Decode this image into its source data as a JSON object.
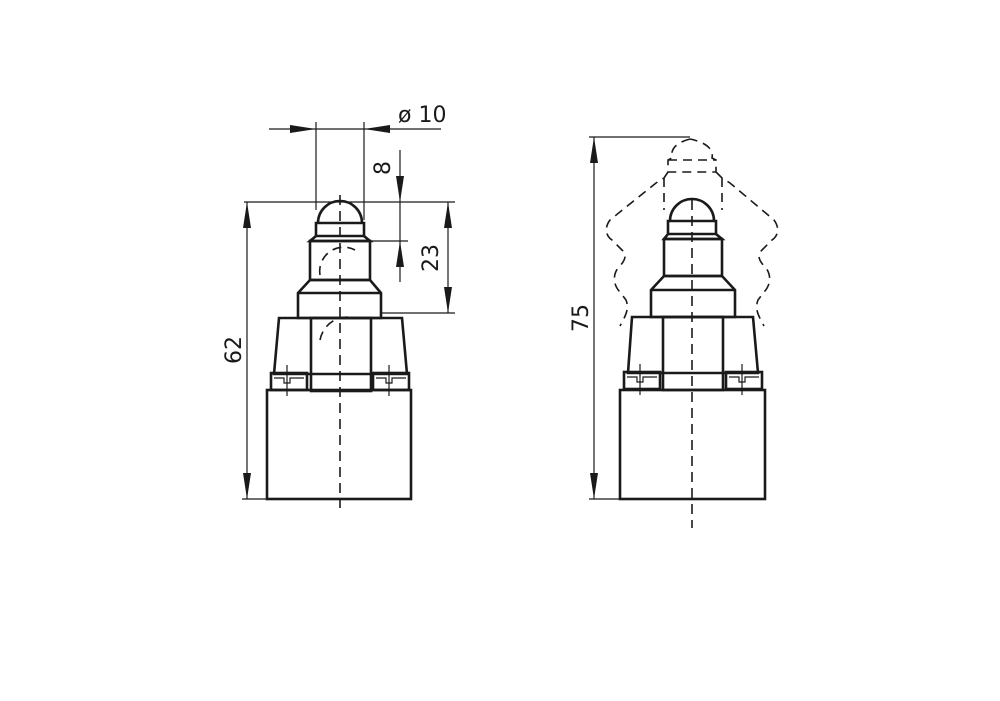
{
  "drawing": {
    "title": "Position switch dimension drawing",
    "background": "#ffffff",
    "line_color": "#1a1a1a",
    "views": [
      {
        "name": "left-view-rest-position",
        "dimensions": {
          "diameter": "ø 10",
          "plunger_travel": "8",
          "plunger_height": "23",
          "overall_height": "62"
        }
      },
      {
        "name": "right-view-actuated-envelope",
        "dimensions": {
          "overall_height": "75"
        }
      }
    ]
  }
}
